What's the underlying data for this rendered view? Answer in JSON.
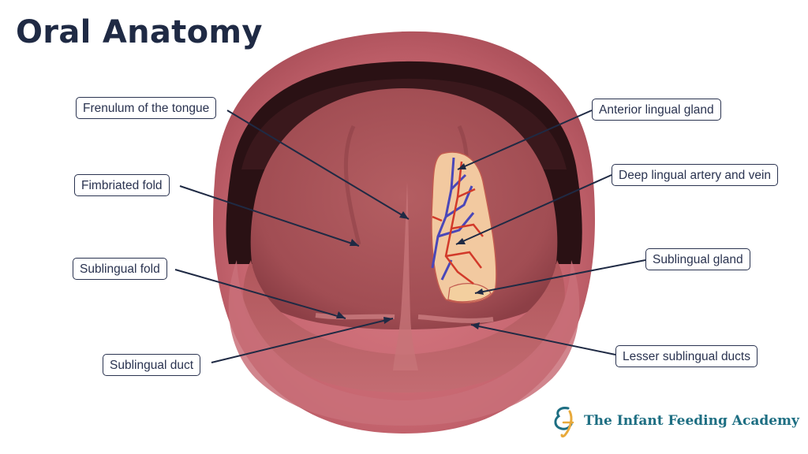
{
  "title": "Oral Anatomy",
  "labels": {
    "frenulum": "Frenulum of the tongue",
    "fimbriated": "Fimbriated fold",
    "sublingual_fold": "Sublingual fold",
    "sublingual_duct": "Sublingual duct",
    "anterior_lingual_gland": "Anterior lingual gland",
    "deep_lingual": "Deep lingual artery and vein",
    "sublingual_gland": "Sublingual gland",
    "lesser_ducts": "Lesser sublingual ducts"
  },
  "brand": {
    "name": "The Infant Feeding Academy",
    "logo": "ef-monogram-logo"
  },
  "colors": {
    "title": "#1f2a44",
    "leader_line": "#1f2a44",
    "lip": "#c96770",
    "tongue": "#b0565c",
    "gland": "#f2c9a0",
    "artery": "#d23a2a",
    "vein": "#4a47b8",
    "brand_teal": "#1d6e82",
    "brand_gold": "#e8a93b"
  }
}
